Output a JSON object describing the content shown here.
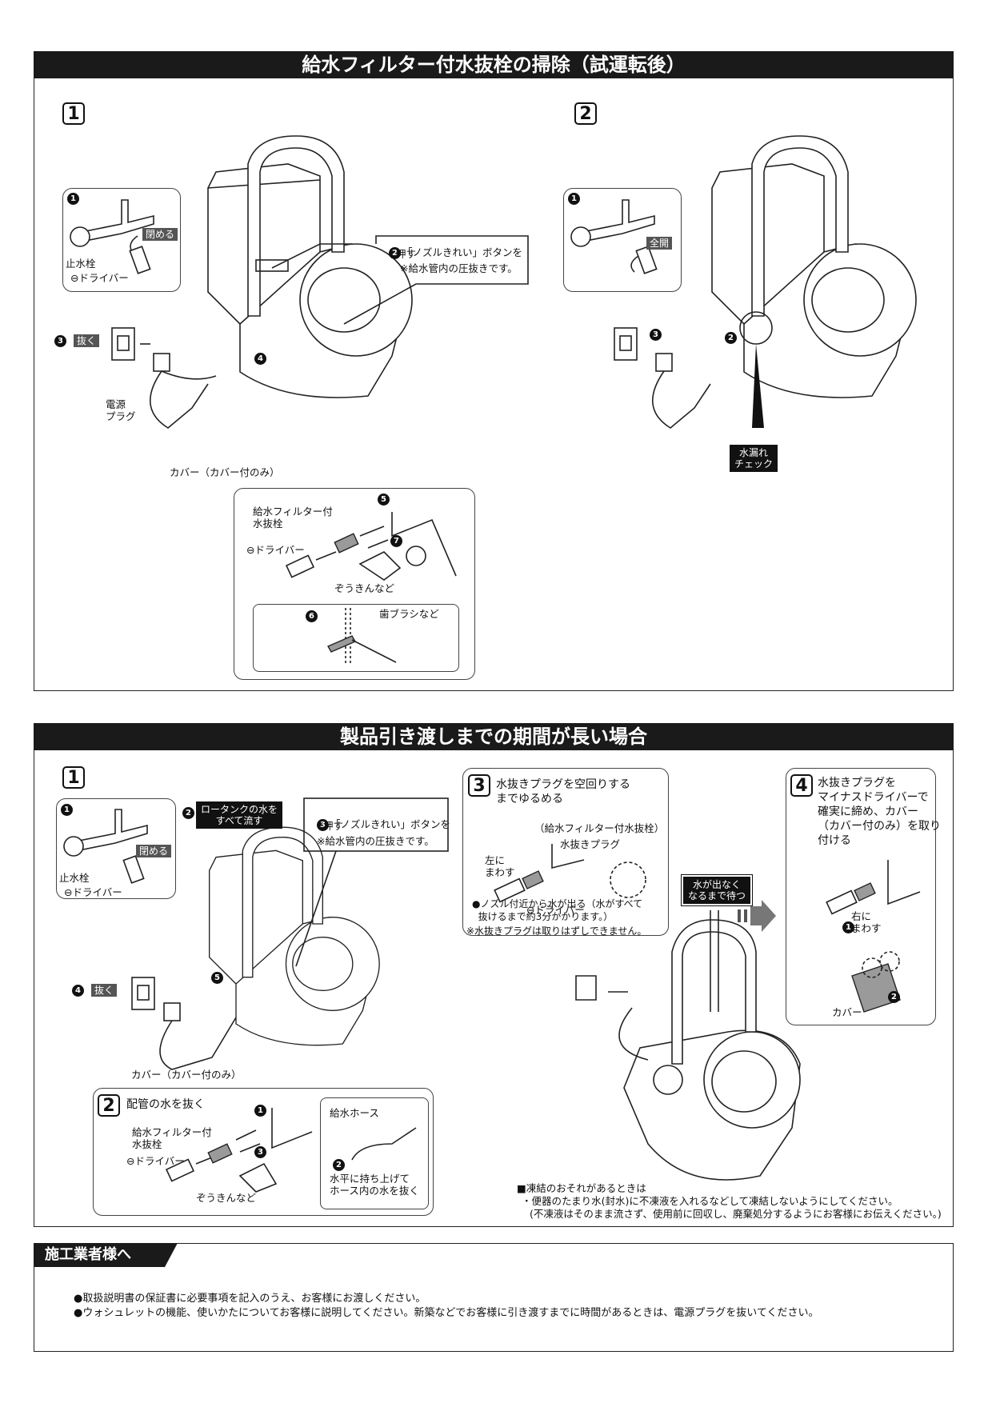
{
  "section1": {
    "title": "給水フィルター付水抜栓の掃除（試運転後）",
    "step1": {
      "number": "1",
      "valve_inset": {
        "num": "1",
        "tag": "閉める",
        "label_valve": "止水栓",
        "label_driver": "⊖ドライバー"
      },
      "unplug": {
        "num": "3",
        "tag": "抜く",
        "label": "電源\nプラグ"
      },
      "nozzle_note": {
        "num": "2",
        "line1": "「ノズルきれい」ボタンを",
        "line2": "押す",
        "line3": "※給水管内の圧抜きです。"
      },
      "arrow_num": "4",
      "cover_label": "カバー（カバー付のみ）",
      "detail": {
        "label_filter": "給水フィルター付\n水抜栓",
        "label_driver": "⊖ドライバー",
        "label_cloth": "ぞうきんなど",
        "num5": "5",
        "num7": "7",
        "brush": {
          "num": "6",
          "label": "歯ブラシなど"
        }
      }
    },
    "step2": {
      "number": "2",
      "valve_inset": {
        "num": "1",
        "tag": "全開"
      },
      "num3": "3",
      "num2": "2",
      "leak_check": "水漏れ\nチェック"
    }
  },
  "section2": {
    "title": "製品引き渡しまでの期間が長い場合",
    "step1": {
      "number": "1",
      "valve_inset": {
        "num": "1",
        "tag": "閉める",
        "label_valve": "止水栓",
        "label_driver": "⊖ドライバー"
      },
      "tank_note": {
        "num": "2",
        "text": "ロータンクの水を\nすべて流す"
      },
      "nozzle_note": {
        "num": "3",
        "line1": "「ノズルきれい」ボタンを",
        "line2": "押す",
        "line3": "※給水管内の圧抜きです。"
      },
      "unplug": {
        "num": "4",
        "tag": "抜く"
      },
      "num5": "5",
      "cover_label": "カバー（カバー付のみ）"
    },
    "step2": {
      "number": "2",
      "title": "配管の水を抜く",
      "label_filter": "給水フィルター付\n水抜栓",
      "label_driver": "⊖ドライバー",
      "label_cloth": "ぞうきんなど",
      "num1": "1",
      "num3": "3",
      "hose": {
        "title": "給水ホース",
        "num": "2",
        "text": "水平に持ち上げて\nホース内の水を抜く"
      }
    },
    "step3": {
      "number": "3",
      "title": "水抜きプラグを空回りする\nまでゆるめる",
      "label_filter": "（給水フィルター付水抜栓）",
      "label_plug": "水抜きプラグ",
      "label_left": "左に\nまわす",
      "label_driver": "⊖ドライバー",
      "note1": "●ノズル付近から水が出る（水がすべて\n  抜けるまで約3分かかります。）",
      "note2": "※水抜きプラグは取りはずしできません。",
      "wait": "水が出なく\nなるまで待つ"
    },
    "step4": {
      "number": "4",
      "title": "水抜きプラグを\nマイナスドライバーで\n確実に締め、カバー\n（カバー付のみ）を取り\n付ける",
      "num1": "1",
      "label_right": "右に\nまわす",
      "num2": "2",
      "label_cover": "カバー"
    },
    "freeze_note": {
      "line1": "■凍結のおそれがあるときは",
      "line2": "・便器のたまり水(封水)に不凍液を入れるなどして凍結しないようにしてください。",
      "line3": "(不凍液はそのまま流さず、使用前に回収し、廃棄処分するようにお客様にお伝えください。)"
    }
  },
  "section3": {
    "title": "施工業者様へ",
    "line1": "●取扱説明書の保証書に必要事項を記入のうえ、お客様にお渡しください。",
    "line2": "●ウォシュレットの機能、使いかたについてお客様に説明してください。新築などでお客様に引き渡すまでに時間があるときは、電源プラグを抜いてください。"
  }
}
